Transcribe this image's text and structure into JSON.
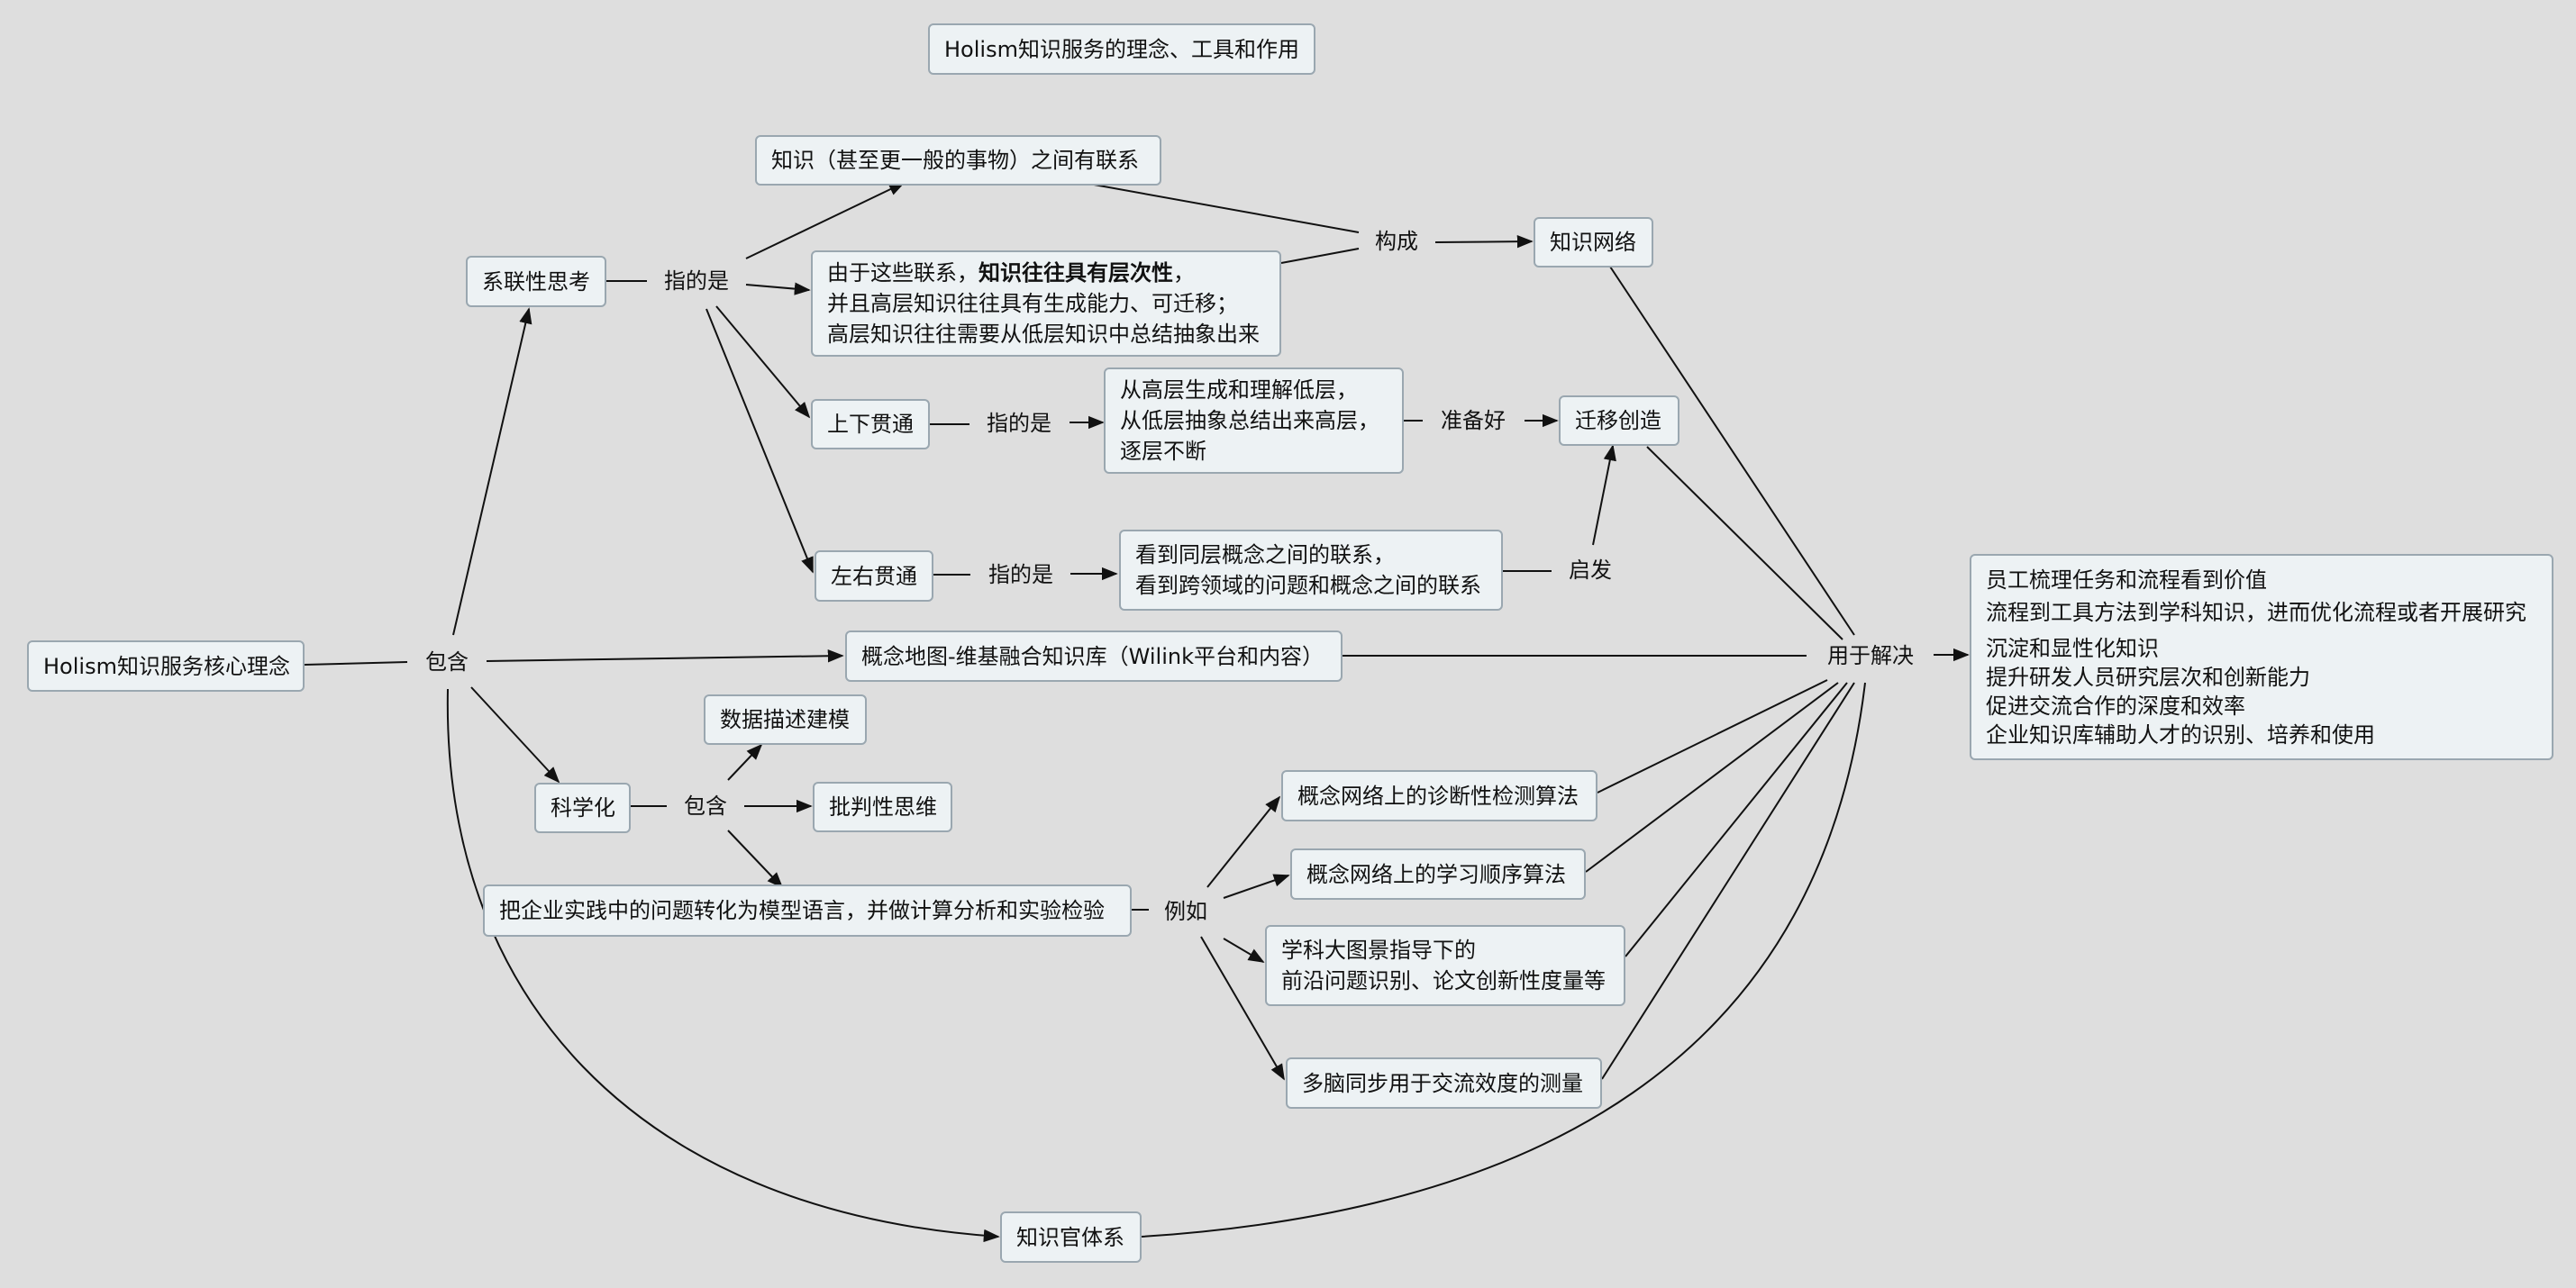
{
  "title": "Holism知识服务的理念、工具和作用",
  "root": "Holism知识服务核心理念",
  "labels": {
    "contains_main": "包含",
    "refers_1": "指的是",
    "refers_2": "指的是",
    "refers_3": "指的是",
    "constitutes": "构成",
    "prepare": "准备好",
    "inspire": "启发",
    "contains_sci": "包含",
    "for_example": "例如",
    "used_to_solve": "用于解决"
  },
  "nodes": {
    "systematic": "系联性思考",
    "knowledge_links": "知识（甚至更一般的事物）之间有联系",
    "hierarchy_prefix": "由于这些联系，",
    "hierarchy_bold": "知识往往具有层次性",
    "hierarchy_suffix": "，",
    "hierarchy_line2": "并且高层知识往往具有生成能力、可迁移；",
    "hierarchy_line3": "高层知识往往需要从低层知识中总结抽象出来",
    "knowledge_network": "知识网络",
    "vertical": "上下贯通",
    "vertical_desc": [
      "从高层生成和理解低层，",
      "从低层抽象总结出来高层，",
      "逐层不断"
    ],
    "transfer": "迁移创造",
    "horizontal": "左右贯通",
    "horizontal_desc": [
      "看到同层概念之间的联系，",
      "看到跨领域的问题和概念之间的联系"
    ],
    "concept_map": "概念地图-维基融合知识库（Wilink平台和内容）",
    "scientific": "科学化",
    "data_modeling": "数据描述建模",
    "critical_thinking": "批判性思维",
    "model_language": "把企业实践中的问题转化为模型语言，并做计算分析和实验检验",
    "diagnostic_alg": "概念网络上的诊断性检测算法",
    "learning_order_alg": "概念网络上的学习顺序算法",
    "big_picture": [
      "学科大图景指导下的",
      "前沿问题识别、论文创新性度量等"
    ],
    "multi_brain": "多脑同步用于交流效度的测量",
    "knowledge_officer": "知识官体系"
  },
  "outcomes": [
    "员工梳理任务和流程看到价值",
    "流程到工具方法到学科知识，进而优化流程或者开展研究",
    "沉淀和显性化知识",
    "提升研发人员研究层次和创新能力",
    "促进交流合作的深度和效率",
    "企业知识库辅助人才的识别、培养和使用"
  ]
}
